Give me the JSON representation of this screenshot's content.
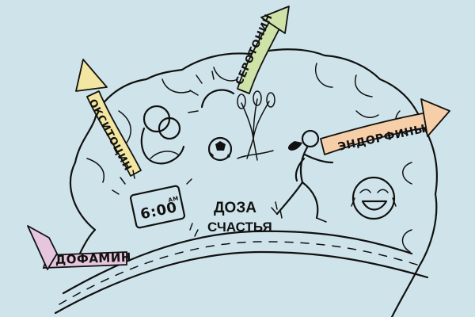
{
  "labels": {
    "dopamine": "ДОФАМИН",
    "oxytocin": "ОКСИТОЦИН",
    "serotonin": "СЕРОТОНИН",
    "endorphins": "ЭНДОРФИНЫ",
    "center_line1": "ДОЗА",
    "center_line2": "СЧАСТЬЯ",
    "clock": "6:00",
    "clock_suffix": "AM"
  },
  "colors": {
    "background": "#cfe4ea",
    "dopamine_arrow": "#e6c6de",
    "oxytocin_arrow": "#f2e6a0",
    "serotonin_arrow": "#cfe3a9",
    "endorphins_arrow": "#f6cfa8",
    "ink": "#111111"
  },
  "icons": [
    "brain-outline",
    "hugging-people-icon",
    "sun-icon",
    "soccer-ball-icon",
    "wheat-bouquet-icon",
    "alarm-clock-icon",
    "running-woman-icon",
    "laughing-face-icon",
    "road-icon"
  ]
}
